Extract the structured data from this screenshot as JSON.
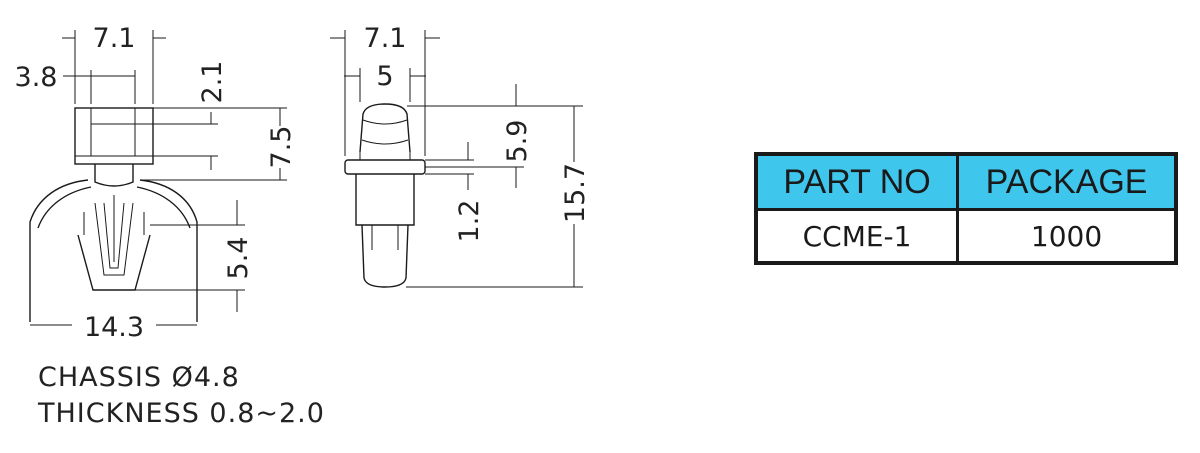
{
  "front_view": {
    "dims": {
      "top_width": "7.1",
      "slot_width": "3.8",
      "slot_height": "2.1",
      "head_height": "7.5",
      "leg_height": "5.4",
      "span_width": "14.3"
    }
  },
  "side_view": {
    "dims": {
      "top_width": "7.1",
      "inner_width": "5",
      "cap_height": "5.9",
      "flange_height": "1.2",
      "total_height": "15.7"
    }
  },
  "specs": {
    "chassis": "CHASSIS Ø4.8",
    "thickness": "THICKNESS 0.8~2.0"
  },
  "part_table": {
    "header_part": "PART NO",
    "header_package": "PACKAGE",
    "part_no": "CCME-1",
    "package": "1000",
    "header_color": "#3fc6ec"
  }
}
